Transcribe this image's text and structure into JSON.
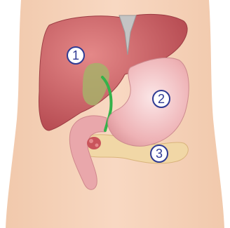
{
  "callouts": [
    {
      "label": "1",
      "organ": "liver"
    },
    {
      "label": "2",
      "organ": "stomach"
    },
    {
      "label": "3",
      "organ": "pancreas"
    }
  ],
  "colors": {
    "skin": "#f6d2b8",
    "liver": "#c8555a",
    "liver_light": "#de7c7c",
    "stomach": "#efb3b6",
    "stomach_light": "#f8dede",
    "pancreas": "#f1d7a6",
    "gallbladder": "#a7b06a",
    "bile_duct": "#35b24a",
    "outline": "#2f3a93"
  }
}
